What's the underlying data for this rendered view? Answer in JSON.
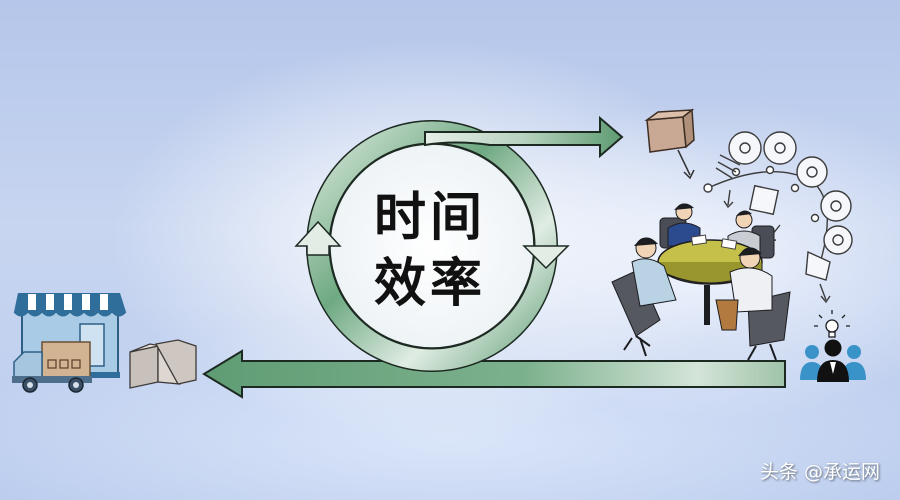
{
  "illustration": {
    "center_title_line1": "时间",
    "center_title_line2": "效率",
    "watermark": "头条 @承运网",
    "colors": {
      "arrow_green": "#6fa982",
      "arrow_green_light": "#d8e8dc",
      "outline": "#1d2a22",
      "background_blue": "#bccdee",
      "store_awning_blue": "#2f6e9a",
      "people_icon_blue": "#3a93c8",
      "table_yellow": "#c5c04a"
    },
    "elements": {
      "left_group": [
        "store-icon",
        "delivery-truck-icon",
        "boxes-icon"
      ],
      "right_group": [
        "box-icon",
        "meeting-table-scene",
        "process-bubbles-icon",
        "lightbulb-idea-icon",
        "team-people-icon"
      ]
    }
  }
}
